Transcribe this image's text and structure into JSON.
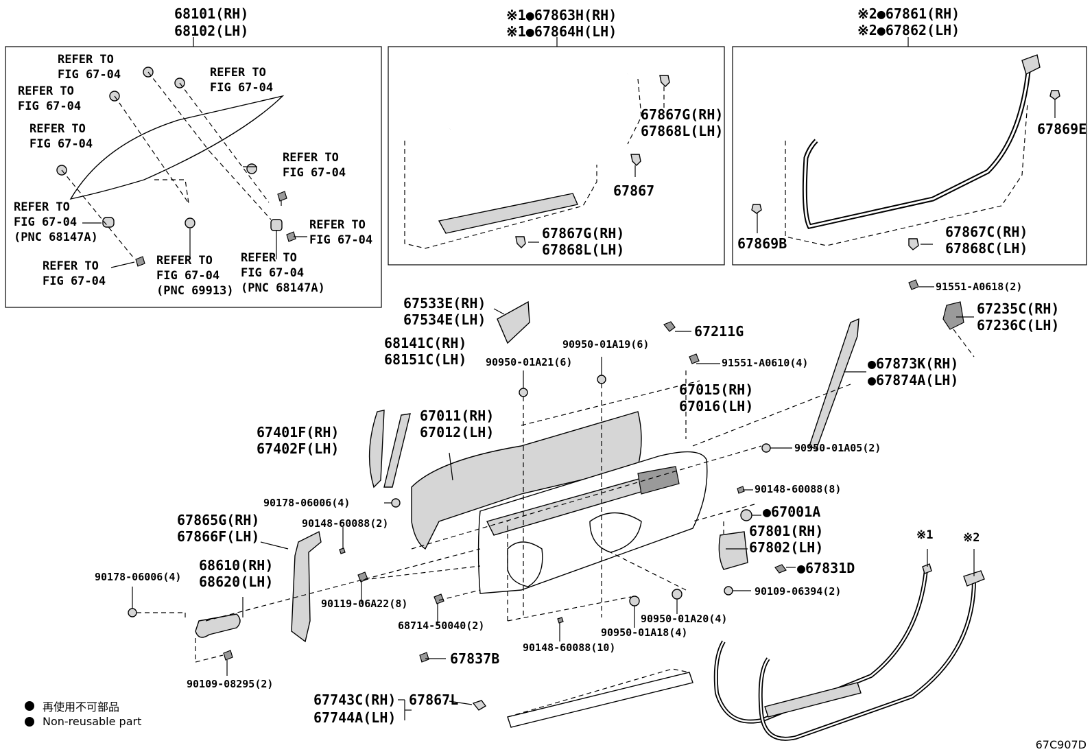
{
  "groups": {
    "glass": {
      "lines": [
        "68101(RH)",
        "68102(LH)"
      ]
    },
    "weatherstrip1": {
      "lines": [
        "※1●67863H(RH)",
        "※1●67864H(LH)"
      ]
    },
    "weatherstrip2": {
      "lines": [
        "※2●67861(RH)",
        "※2●67862(LH)"
      ]
    }
  },
  "glass_refs": {
    "r1": [
      "REFER TO",
      "FIG 67-04"
    ],
    "r2": [
      "REFER TO",
      "FIG 67-04"
    ],
    "r3": [
      "REFER TO",
      "FIG 67-04"
    ],
    "r4": [
      "REFER TO",
      "FIG 67-04"
    ],
    "r5": [
      "REFER TO",
      "FIG 67-04"
    ],
    "r6": [
      "REFER TO",
      "FIG 67-04",
      "(PNC 68147A)"
    ],
    "r7": [
      "REFER TO",
      "FIG 67-04"
    ],
    "r8": [
      "REFER TO",
      "FIG 67-04",
      "(PNC 69913)"
    ],
    "r9": [
      "REFER TO",
      "FIG 67-04",
      "(PNC 68147A)"
    ],
    "r10": [
      "REFER TO",
      "FIG 67-04"
    ]
  },
  "ws1_parts": {
    "a": [
      "67867G(RH)",
      "67868L(LH)"
    ],
    "b": [
      "67867"
    ],
    "c": [
      "67867G(RH)",
      "67868L(LH)"
    ]
  },
  "ws2_parts": {
    "a": [
      "67869E"
    ],
    "b": [
      "67869B"
    ],
    "c": [
      "67867C(RH)",
      "67868C(LH)"
    ]
  },
  "main_parts": {
    "p1": [
      "67533E(RH)",
      "67534E(LH)"
    ],
    "p2": [
      "68141C(RH)",
      "68151C(LH)"
    ],
    "p3": [
      "90950-01A21(6)"
    ],
    "p4": [
      "90950-01A19(6)"
    ],
    "p5": [
      "67211G"
    ],
    "p6": [
      "91551-A0618(2)"
    ],
    "p7": [
      "67235C(RH)",
      "67236C(LH)"
    ],
    "p8": [
      "91551-A0610(4)"
    ],
    "p9": [
      "●67873K(RH)",
      "●67874A(LH)"
    ],
    "p10": [
      "67015(RH)",
      "67016(LH)"
    ],
    "p11": [
      "67011(RH)",
      "67012(LH)"
    ],
    "p12": [
      "67401F(RH)",
      "67402F(LH)"
    ],
    "p13": [
      "90950-01A05(2)"
    ],
    "p14": [
      "90148-60088(8)"
    ],
    "p15": [
      "90178-06006(4)"
    ],
    "p16": [
      "●67001A"
    ],
    "p17": [
      "67865G(RH)",
      "67866F(LH)"
    ],
    "p18": [
      "90148-60088(2)"
    ],
    "p19": [
      "67801(RH)",
      "67802(LH)"
    ],
    "p20": [
      "●67831D"
    ],
    "p21": [
      "68610(RH)",
      "68620(LH)"
    ],
    "p22": [
      "90178-06006(4)"
    ],
    "p23": [
      "90109-06394(2)"
    ],
    "p24": [
      "90119-06A22(8)"
    ],
    "p25": [
      "90950-01A20(4)"
    ],
    "p26": [
      "68714-50040(2)"
    ],
    "p27": [
      "90950-01A18(4)"
    ],
    "p28": [
      "90148-60088(10)"
    ],
    "p29": [
      "67837B"
    ],
    "p30": [
      "90109-08295(2)"
    ],
    "p31": [
      "67743C(RH)",
      "67744A(LH)"
    ],
    "p32": [
      "67867L"
    ],
    "n1": [
      "※1"
    ],
    "n2": [
      "※2"
    ]
  },
  "legend": {
    "jp": "再使用不可部品",
    "en": "Non-reusable part"
  },
  "figure_code": "67C907D"
}
